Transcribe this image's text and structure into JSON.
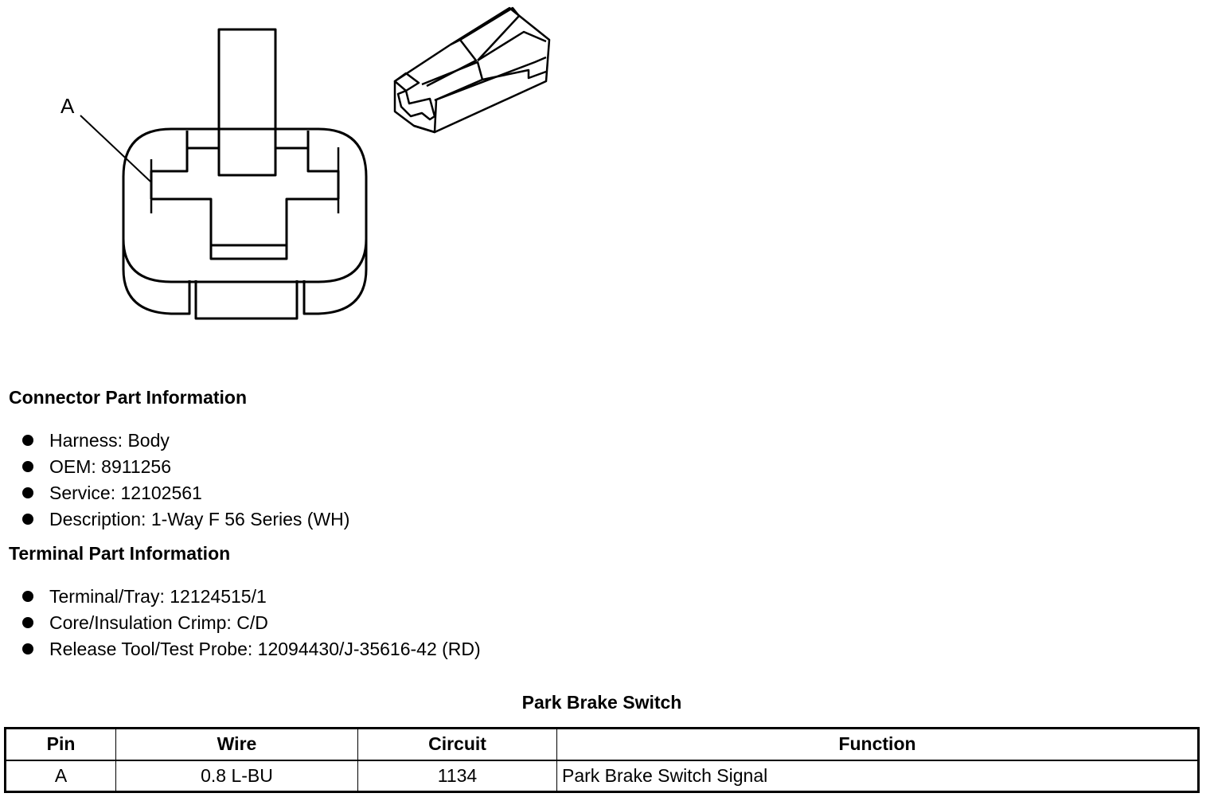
{
  "diagram": {
    "callout_label": "A"
  },
  "connector_info": {
    "title": "Connector Part Information",
    "items": [
      {
        "label": "Harness:",
        "value": "Body"
      },
      {
        "label": "OEM:",
        "value": "8911256"
      },
      {
        "label": "Service:",
        "value": "12102561"
      },
      {
        "label": "Description:",
        "value": "1-Way F 56 Series (WH)"
      }
    ]
  },
  "terminal_info": {
    "title": "Terminal Part Information",
    "items": [
      {
        "label": "Terminal/Tray:",
        "value": "12124515/1"
      },
      {
        "label": "Core/Insulation Crimp:",
        "value": "C/D"
      },
      {
        "label": "Release Tool/Test Probe:",
        "value": "12094430/J-35616-42 (RD)"
      }
    ]
  },
  "pin_table": {
    "title": "Park Brake Switch",
    "headers": [
      "Pin",
      "Wire",
      "Circuit",
      "Function"
    ],
    "rows": [
      [
        "A",
        "0.8 L-BU",
        "1134",
        "Park Brake Switch Signal"
      ]
    ]
  }
}
